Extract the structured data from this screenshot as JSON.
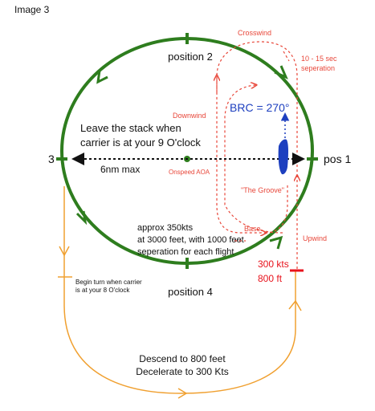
{
  "header": {
    "title": "Image 3"
  },
  "positions": {
    "top": "position 2",
    "bottom": "position 4",
    "left": "3",
    "right": "pos 1"
  },
  "stack": {
    "leave_line1": "Leave the stack when",
    "leave_line2": "carrier is at your 9 O'clock",
    "distance": "6nm max",
    "speed_line1": "approx 350kts",
    "speed_line2": "at 3000 feet, with 1000 feet",
    "speed_line3": "seperation for each flight"
  },
  "pattern": {
    "crosswind": "Crosswind",
    "separation_line1": "10 - 15 sec",
    "separation_line2": "seperation",
    "downwind": "Downwind",
    "brc": "BRC = 270°",
    "onspeed": "Onspeed AOA",
    "groove": "\"The Groove\"",
    "base": "Base",
    "upwind": "Upwind"
  },
  "approach": {
    "speed": "300 kts",
    "altitude": "800 ft",
    "turn_line1": "Begin turn when carrier",
    "turn_line2": "is at your 8 O'clock",
    "descend": "Descend to 800 feet",
    "decelerate": "Decelerate to 300 Kts"
  },
  "colors": {
    "stack_circle": "#2e7d1e",
    "pattern": "#e8473a",
    "approach": "#f0a030",
    "carrier": "#1d3fbf",
    "text": "#111111"
  }
}
